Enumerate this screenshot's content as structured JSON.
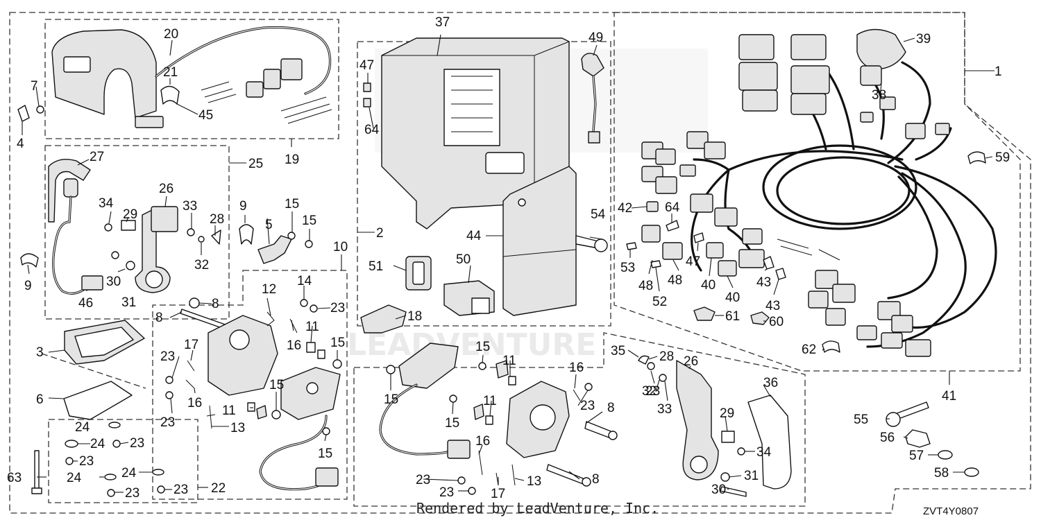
{
  "footer": {
    "rendered_by": "Rendered by LeadVenture, Inc.",
    "diagram_code": "ZVT4Y0807"
  },
  "watermark": {
    "text": "LEADVENTURE"
  },
  "callouts": [
    {
      "id": "c1",
      "label": "1"
    },
    {
      "id": "c2",
      "label": "2"
    },
    {
      "id": "c3",
      "label": "3"
    },
    {
      "id": "c4",
      "label": "4"
    },
    {
      "id": "c5",
      "label": "5"
    },
    {
      "id": "c6",
      "label": "6"
    },
    {
      "id": "c7",
      "label": "7"
    },
    {
      "id": "c8a",
      "label": "8"
    },
    {
      "id": "c8b",
      "label": "8"
    },
    {
      "id": "c8c",
      "label": "8"
    },
    {
      "id": "c8d",
      "label": "8"
    },
    {
      "id": "c9a",
      "label": "9"
    },
    {
      "id": "c9b",
      "label": "9"
    },
    {
      "id": "c10",
      "label": "10"
    },
    {
      "id": "c11a",
      "label": "11"
    },
    {
      "id": "c11b",
      "label": "11"
    },
    {
      "id": "c11c",
      "label": "11"
    },
    {
      "id": "c11d",
      "label": "11"
    },
    {
      "id": "c12",
      "label": "12"
    },
    {
      "id": "c13a",
      "label": "13"
    },
    {
      "id": "c13b",
      "label": "13"
    },
    {
      "id": "c14",
      "label": "14"
    },
    {
      "id": "c15a",
      "label": "15"
    },
    {
      "id": "c15b",
      "label": "15"
    },
    {
      "id": "c15c",
      "label": "15"
    },
    {
      "id": "c15d",
      "label": "15"
    },
    {
      "id": "c15e",
      "label": "15"
    },
    {
      "id": "c15f",
      "label": "15"
    },
    {
      "id": "c15g",
      "label": "15"
    },
    {
      "id": "c15h",
      "label": "15"
    },
    {
      "id": "c16a",
      "label": "16"
    },
    {
      "id": "c16b",
      "label": "16"
    },
    {
      "id": "c16c",
      "label": "16"
    },
    {
      "id": "c16d",
      "label": "16"
    },
    {
      "id": "c17a",
      "label": "17"
    },
    {
      "id": "c17b",
      "label": "17"
    },
    {
      "id": "c18",
      "label": "18"
    },
    {
      "id": "c19",
      "label": "19"
    },
    {
      "id": "c20",
      "label": "20"
    },
    {
      "id": "c21",
      "label": "21"
    },
    {
      "id": "c22",
      "label": "22"
    },
    {
      "id": "c23a",
      "label": "23"
    },
    {
      "id": "c23b",
      "label": "23"
    },
    {
      "id": "c23c",
      "label": "23"
    },
    {
      "id": "c23d",
      "label": "23"
    },
    {
      "id": "c23e",
      "label": "23"
    },
    {
      "id": "c23f",
      "label": "23"
    },
    {
      "id": "c23g",
      "label": "23"
    },
    {
      "id": "c23h",
      "label": "23"
    },
    {
      "id": "c23i",
      "label": "23"
    },
    {
      "id": "c23j",
      "label": "23"
    },
    {
      "id": "c23k",
      "label": "23"
    },
    {
      "id": "c24a",
      "label": "24"
    },
    {
      "id": "c24b",
      "label": "24"
    },
    {
      "id": "c24c",
      "label": "24"
    },
    {
      "id": "c24d",
      "label": "24"
    },
    {
      "id": "c25",
      "label": "25"
    },
    {
      "id": "c26a",
      "label": "26"
    },
    {
      "id": "c26b",
      "label": "26"
    },
    {
      "id": "c27",
      "label": "27"
    },
    {
      "id": "c28a",
      "label": "28"
    },
    {
      "id": "c28b",
      "label": "28"
    },
    {
      "id": "c29a",
      "label": "29"
    },
    {
      "id": "c29b",
      "label": "29"
    },
    {
      "id": "c30a",
      "label": "30"
    },
    {
      "id": "c30b",
      "label": "30"
    },
    {
      "id": "c31a",
      "label": "31"
    },
    {
      "id": "c31b",
      "label": "31"
    },
    {
      "id": "c32a",
      "label": "32"
    },
    {
      "id": "c32b",
      "label": "32"
    },
    {
      "id": "c33a",
      "label": "33"
    },
    {
      "id": "c33b",
      "label": "33"
    },
    {
      "id": "c34a",
      "label": "34"
    },
    {
      "id": "c34b",
      "label": "34"
    },
    {
      "id": "c35",
      "label": "35"
    },
    {
      "id": "c36",
      "label": "36"
    },
    {
      "id": "c37",
      "label": "37"
    },
    {
      "id": "c38",
      "label": "38"
    },
    {
      "id": "c39",
      "label": "39"
    },
    {
      "id": "c40a",
      "label": "40"
    },
    {
      "id": "c40b",
      "label": "40"
    },
    {
      "id": "c41",
      "label": "41"
    },
    {
      "id": "c42",
      "label": "42"
    },
    {
      "id": "c43a",
      "label": "43"
    },
    {
      "id": "c43b",
      "label": "43"
    },
    {
      "id": "c44",
      "label": "44"
    },
    {
      "id": "c45",
      "label": "45"
    },
    {
      "id": "c46",
      "label": "46"
    },
    {
      "id": "c47a",
      "label": "47"
    },
    {
      "id": "c47b",
      "label": "47"
    },
    {
      "id": "c48a",
      "label": "48"
    },
    {
      "id": "c48b",
      "label": "48"
    },
    {
      "id": "c49",
      "label": "49"
    },
    {
      "id": "c50",
      "label": "50"
    },
    {
      "id": "c51",
      "label": "51"
    },
    {
      "id": "c52",
      "label": "52"
    },
    {
      "id": "c53",
      "label": "53"
    },
    {
      "id": "c54",
      "label": "54"
    },
    {
      "id": "c55",
      "label": "55"
    },
    {
      "id": "c56",
      "label": "56"
    },
    {
      "id": "c57",
      "label": "57"
    },
    {
      "id": "c58",
      "label": "58"
    },
    {
      "id": "c59",
      "label": "59"
    },
    {
      "id": "c60",
      "label": "60"
    },
    {
      "id": "c61",
      "label": "61"
    },
    {
      "id": "c62",
      "label": "62"
    },
    {
      "id": "c63",
      "label": "63"
    },
    {
      "id": "c64a",
      "label": "64"
    },
    {
      "id": "c64b",
      "label": "64"
    }
  ]
}
